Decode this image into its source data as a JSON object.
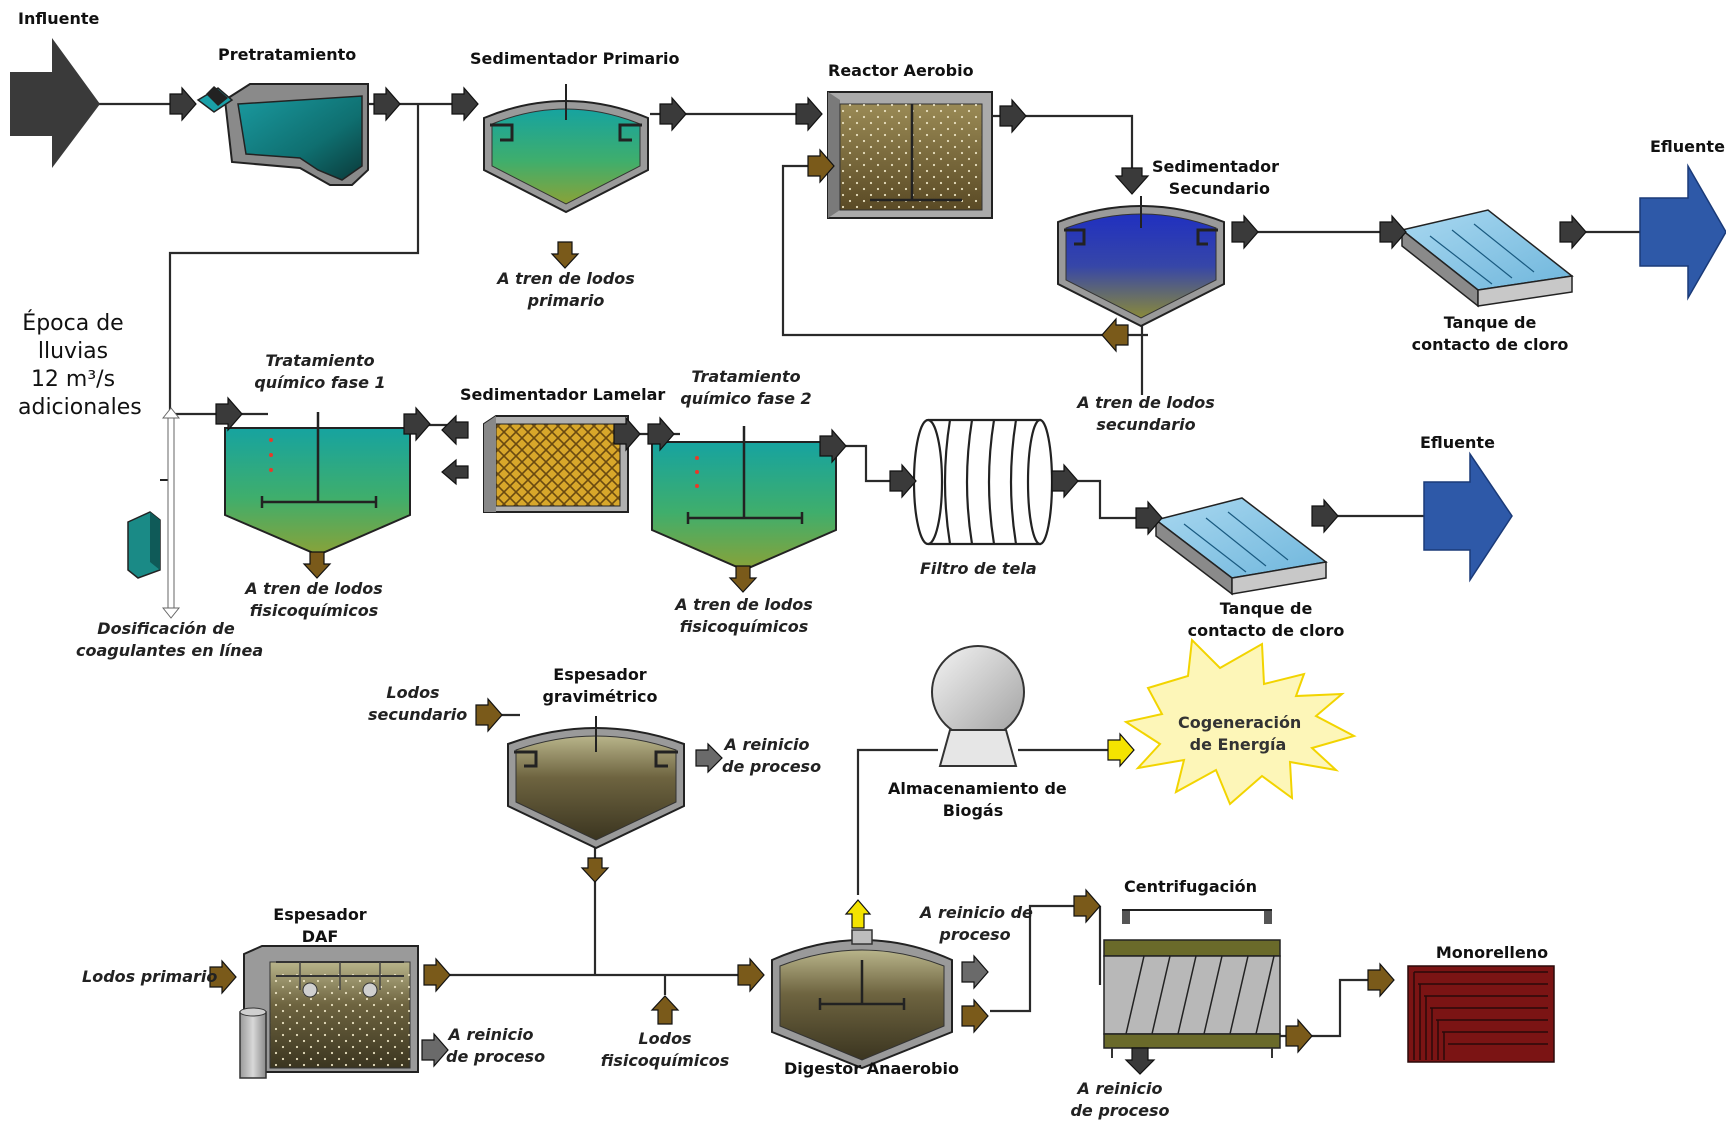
{
  "colors": {
    "line": "#2a2a2a",
    "arrow_dark": "#3a3a3a",
    "arrow_brown": "#7a5a1a",
    "arrow_gray": "#6a6a6a",
    "arrow_yellow": "#f4e300",
    "influent": "#3a3a3a",
    "effluent": "#2e59a8",
    "water_teal": "#1aa89a",
    "water_green": "#7fa43a",
    "water_blue": "#1f2fb0",
    "sludge": "#7b6a3a",
    "monorelleno": "#7b1414",
    "cogen_fill": "#fdf6b8"
  },
  "labels": {
    "influente": "Influente",
    "pretratamiento": "Pretratamiento",
    "sedimentador_primario": "Sedimentador Primario",
    "reactor_aerobio": "Reactor Aerobio",
    "sedimentador_secundario_l1": "Sedimentador",
    "sedimentador_secundario_l2": "Secundario",
    "efluente_1": "Efluente",
    "efluente_2": "Efluente",
    "lodos_primario_l1": "A tren de lodos",
    "lodos_primario_l2": "primario",
    "lodos_secundario_l1": "A tren de lodos",
    "lodos_secundario_l2": "secundario",
    "tanque_cloro_1_l1": "Tanque de",
    "tanque_cloro_1_l2": "contacto de cloro",
    "tanque_cloro_2_l1": "Tanque de",
    "tanque_cloro_2_l2": "contacto de cloro",
    "epoca_l1": "Época de",
    "epoca_l2": "lluvias",
    "epoca_l3": "12 m³/s",
    "epoca_l4": "adicionales",
    "quimico1_l1": "Tratamiento",
    "quimico1_l2": "químico fase 1",
    "sed_lamelar": "Sedimentador Lamelar",
    "quimico2_l1": "Tratamiento",
    "quimico2_l2": "químico fase 2",
    "fisico1_l1": "A tren de lodos",
    "fisico1_l2": "fisicoquímicos",
    "fisico2_l1": "A tren de lodos",
    "fisico2_l2": "fisicoquímicos",
    "filtro_tela": "Filtro de tela",
    "dosificacion_l1": "Dosificación de",
    "dosificacion_l2": "coagulantes en línea",
    "lodos_secundario_in_l1": "Lodos",
    "lodos_secundario_in_l2": "secundario",
    "espesador_grav_l1": "Espesador",
    "espesador_grav_l2": "gravimétrico",
    "reinicio_grav_l1": "A reinicio",
    "reinicio_grav_l2": "de proceso",
    "almacenamiento_l1": "Almacenamiento de",
    "almacenamiento_l2": "Biogás",
    "cogen_l1": "Cogeneración",
    "cogen_l2": "de Energía",
    "espesador_daf_l1": "Espesador",
    "espesador_daf_l2": "DAF",
    "lodos_primario_in": "Lodos primario",
    "reinicio_daf_l1": "A reinicio",
    "reinicio_daf_l2": "de proceso",
    "lodos_fisico_in_l1": "Lodos",
    "lodos_fisico_in_l2": "fisicoquímicos",
    "digestor": "Digestor Anaerobio",
    "reinicio_dig_l1": "A reinicio de",
    "reinicio_dig_l2": "proceso",
    "centrifugacion": "Centrifugación",
    "reinicio_cent_l1": "A reinicio",
    "reinicio_cent_l2": "de proceso",
    "monorelleno": "Monorelleno"
  }
}
